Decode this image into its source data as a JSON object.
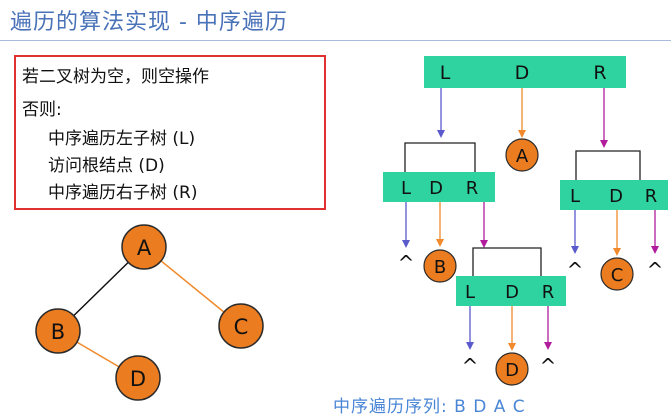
{
  "title": "遍历的算法实现 - 中序遍历",
  "rule": {
    "line1": "若二叉树为空，则空操作",
    "line2": "否则:",
    "line3": "中序遍历左子树 (L)",
    "line4": "访问根结点 (D)",
    "line5": "中序遍历右子树 (R)"
  },
  "tree": {
    "nodes": [
      "A",
      "B",
      "C",
      "D"
    ]
  },
  "calls": {
    "top": [
      "L",
      "D",
      "R"
    ],
    "left": [
      "L",
      "D",
      "R"
    ],
    "right": [
      "L",
      "D",
      "R"
    ],
    "sub": [
      "L",
      "D",
      "R"
    ],
    "visited": [
      "A",
      "B",
      "C",
      "D"
    ],
    "null_marker": "^"
  },
  "footer": "中序遍历序列:  B  D  A  C",
  "colors": {
    "node_fill": "#ec7c20",
    "node_stroke": "#2b2b2b",
    "call_box": "#2ed39f",
    "arrow_blue": "#5a5acd",
    "arrow_orange": "#f08a2c",
    "arrow_magenta": "#b01c9c"
  }
}
